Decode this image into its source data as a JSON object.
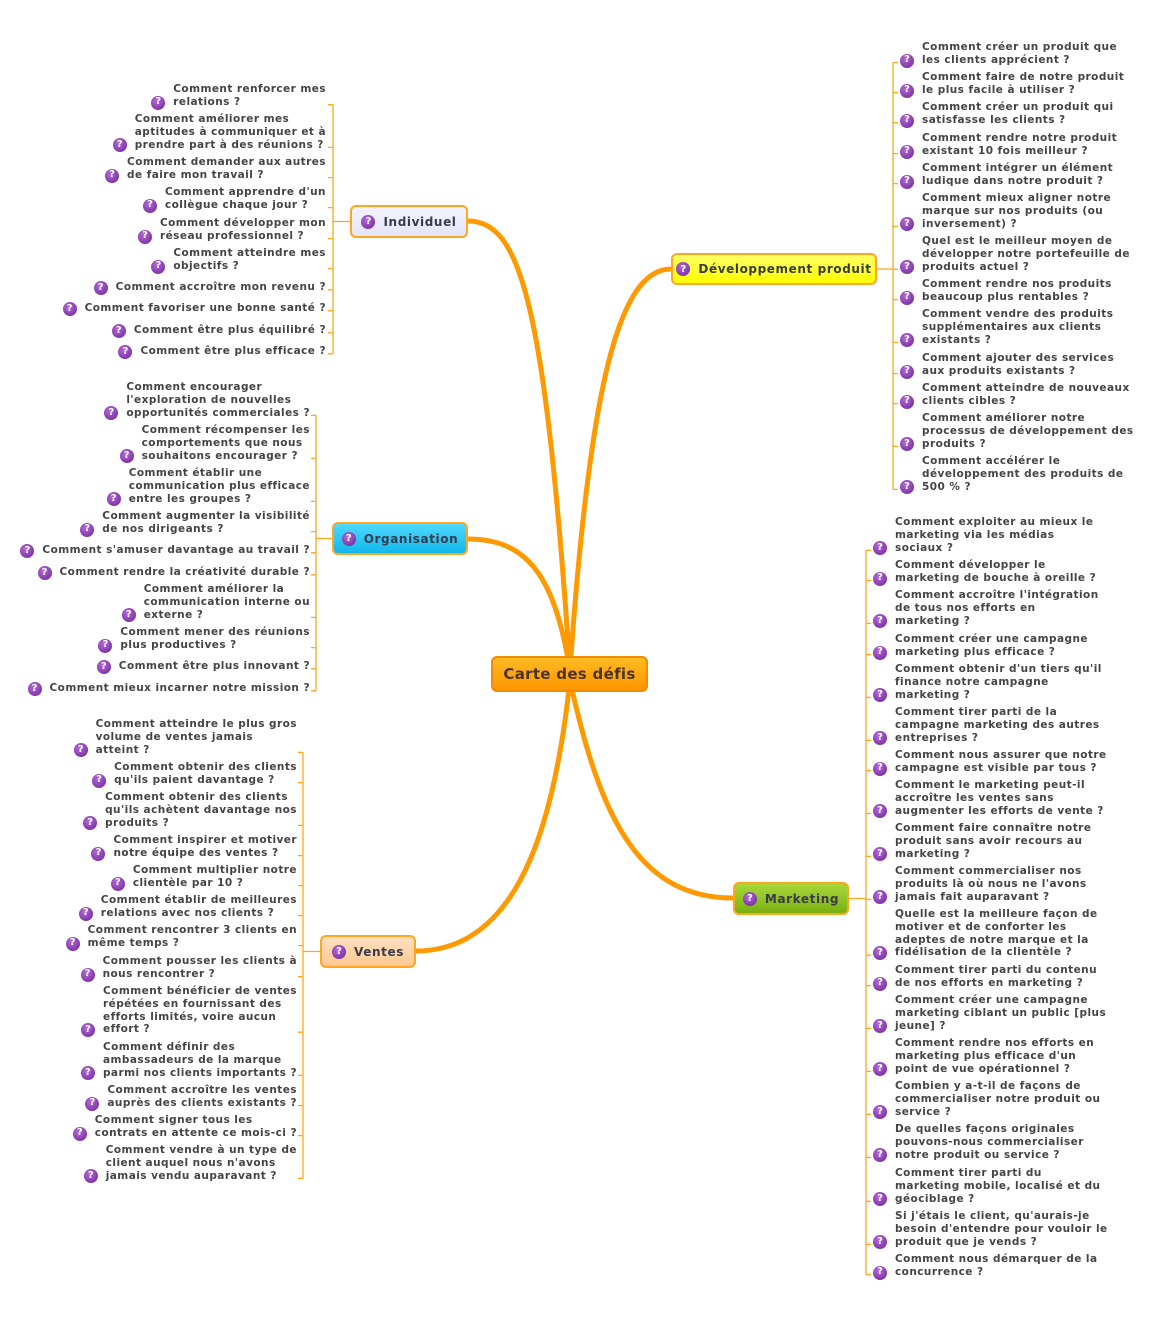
{
  "central": {
    "title": "Carte des défis"
  },
  "colors": {
    "line": "#ff9900",
    "icon": "#7a2ca3"
  },
  "branches": {
    "individuel": {
      "label": "Individuel",
      "color": "#ececfc",
      "items": [
        "Comment renforcer mes\nrelations ?",
        "Comment améliorer mes\naptitudes à communiquer et à\nprendre part à des réunions ?",
        "Comment demander aux autres\nde faire mon travail ?",
        "Comment apprendre d'un\ncollègue chaque jour ?",
        "Comment développer mon\nréseau professionnel ?",
        "Comment atteindre mes\nobjectifs ?",
        "Comment accroître mon revenu ?",
        "Comment favoriser une bonne santé ?",
        "Comment être plus équilibré ?",
        "Comment être plus efficace ?"
      ]
    },
    "organisation": {
      "label": "Organisation",
      "color": "#1ec8f5",
      "items": [
        "Comment encourager\nl'exploration de nouvelles\nopportunités commerciales ?",
        "Comment récompenser les\ncomportements que nous\nsouhaitons encourager ?",
        "Comment établir une\ncommunication plus efficace\nentre les groupes ?",
        "Comment augmenter la visibilité\nde nos dirigeants ?",
        "Comment s'amuser davantage au travail ?",
        "Comment rendre la créativité durable ?",
        "Comment améliorer la\ncommunication interne ou\nexterne ?",
        "Comment mener des réunions\nplus productives ?",
        "Comment être plus innovant ?",
        "Comment mieux incarner notre mission ?"
      ]
    },
    "ventes": {
      "label": "Ventes",
      "color": "#ffd2a6",
      "items": [
        "Comment atteindre le plus gros\nvolume de ventes jamais\natteint ?",
        "Comment obtenir des clients\nqu'ils paient davantage ?",
        "Comment obtenir des clients\nqu'ils achètent davantage nos\nproduits ?",
        "Comment inspirer et motiver\nnotre équipe des ventes ?",
        "Comment multiplier notre\nclientèle par 10 ?",
        "Comment établir de meilleures\nrelations avec nos clients ?",
        "Comment rencontrer 3 clients en\nmême temps ?",
        "Comment pousser les clients à\nnous rencontrer ?",
        "Comment bénéficier de ventes\nrépétées en fournissant des\nefforts limités, voire aucun\neffort ?",
        "Comment définir des\nambassadeurs de la marque\nparmi nos clients importants ?",
        "Comment accroître les ventes\nauprès des clients existants ?",
        "Comment signer tous les\ncontrats en attente ce mois-ci ?",
        "Comment vendre à un type de\nclient auquel nous n'avons\njamais vendu auparavant ?"
      ]
    },
    "developpement": {
      "label": "Développement produit",
      "color": "#ffff33",
      "items": [
        "Comment créer un produit que\nles clients apprécient ?",
        "Comment faire de notre produit\nle plus facile à utiliser ?",
        "Comment créer un produit qui\nsatisfasse les clients ?",
        "Comment rendre notre produit\nexistant 10 fois meilleur ?",
        "Comment intégrer un élément\nludique dans notre produit ?",
        "Comment mieux aligner notre\nmarque sur nos produits (ou\ninversement) ?",
        "Quel est le meilleur moyen de\ndévelopper notre portefeuille de\nproduits actuel ?",
        "Comment rendre nos produits\nbeaucoup plus rentables ?",
        "Comment vendre des produits\nsupplémentaires aux clients\nexistants ?",
        "Comment ajouter des services\naux produits existants ?",
        "Comment atteindre de nouveaux\nclients cibles ?",
        "Comment améliorer notre\nprocessus de développement des\nproduits ?",
        "Comment accélérer le\ndéveloppement des produits de\n500 % ?"
      ]
    },
    "marketing": {
      "label": "Marketing",
      "color": "#8cc220",
      "items": [
        "Comment exploiter au mieux le\nmarketing via les médias\nsociaux ?",
        "Comment développer le\nmarketing de bouche à oreille ?",
        "Comment accroître l'intégration\nde tous nos efforts en\nmarketing ?",
        "Comment créer une campagne\nmarketing plus efficace ?",
        "Comment obtenir d'un tiers qu'il\nfinance notre campagne\nmarketing ?",
        "Comment tirer parti de la\ncampagne marketing des autres\nentreprises ?",
        "Comment nous assurer que notre\ncampagne est visible par tous ?",
        "Comment le marketing peut-il\naccroître les ventes sans\naugmenter les efforts de vente ?",
        "Comment faire connaître notre\nproduit sans avoir recours au\nmarketing ?",
        "Comment commercialiser nos\nproduits là où nous ne l'avons\njamais fait auparavant ?",
        "Quelle est la meilleure façon de\nmotiver et de conforter les\nadeptes de notre marque et la\nfidélisation de la clientèle ?",
        "Comment tirer parti du contenu\nde nos efforts en marketing ?",
        "Comment créer une campagne\nmarketing ciblant un public [plus\njeune] ?",
        "Comment rendre nos efforts en\nmarketing plus efficace d'un\npoint de vue opérationnel ?",
        "Combien y a-t-il de façons de\ncommercialiser notre produit ou\nservice ?",
        "De quelles façons originales\npouvons-nous commercialiser\nnotre produit ou service ?",
        "Comment tirer parti du\nmarketing mobile, localisé et du\ngéociblage ?",
        "Si j'étais le client, qu'aurais-je\nbesoin d'entendre pour vouloir le\nproduit que je vends ?",
        "Comment nous démarquer de la\nconcurrence ?"
      ]
    }
  }
}
